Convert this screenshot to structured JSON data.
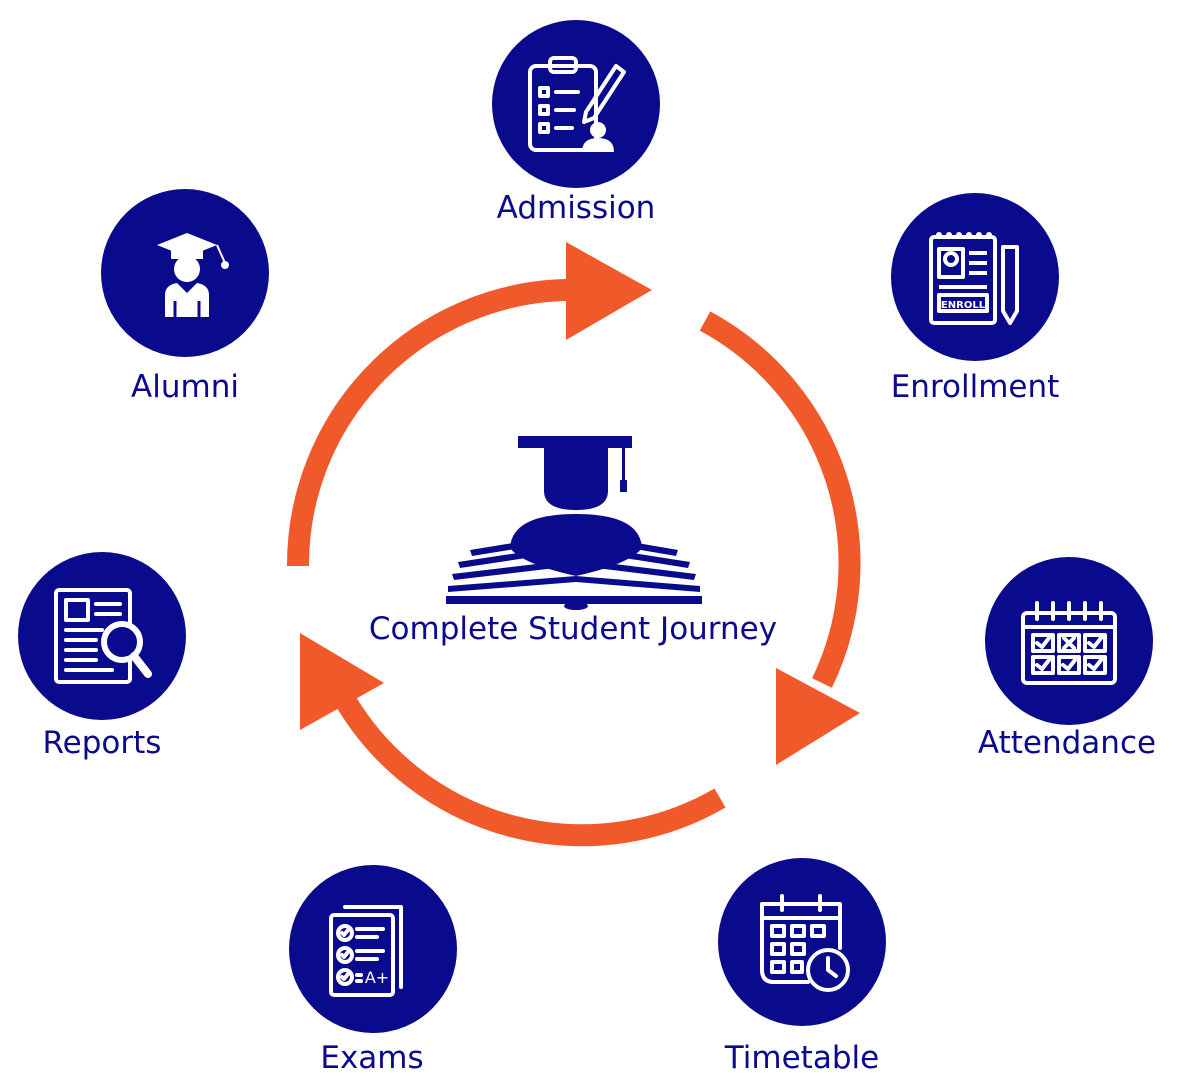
{
  "title": "Complete Student Journey",
  "colors": {
    "node_fill": "#0a0a8c",
    "arrow": "#f05a2b",
    "text": "#0a0a8c"
  },
  "stages": [
    {
      "label": "Admission",
      "icon": "clipboard-checklist-icon"
    },
    {
      "label": "Enrollment",
      "icon": "enroll-notepad-icon"
    },
    {
      "label": "Attendance",
      "icon": "attendance-calendar-icon"
    },
    {
      "label": "Timetable",
      "icon": "calendar-clock-icon"
    },
    {
      "label": "Exams",
      "icon": "exam-sheet-icon"
    },
    {
      "label": "Reports",
      "icon": "report-magnifier-icon"
    },
    {
      "label": "Alumni",
      "icon": "graduate-icon"
    }
  ],
  "center_icon": "student-book-icon",
  "enroll_stamp": "ENROLL",
  "grade_mark": "A+"
}
